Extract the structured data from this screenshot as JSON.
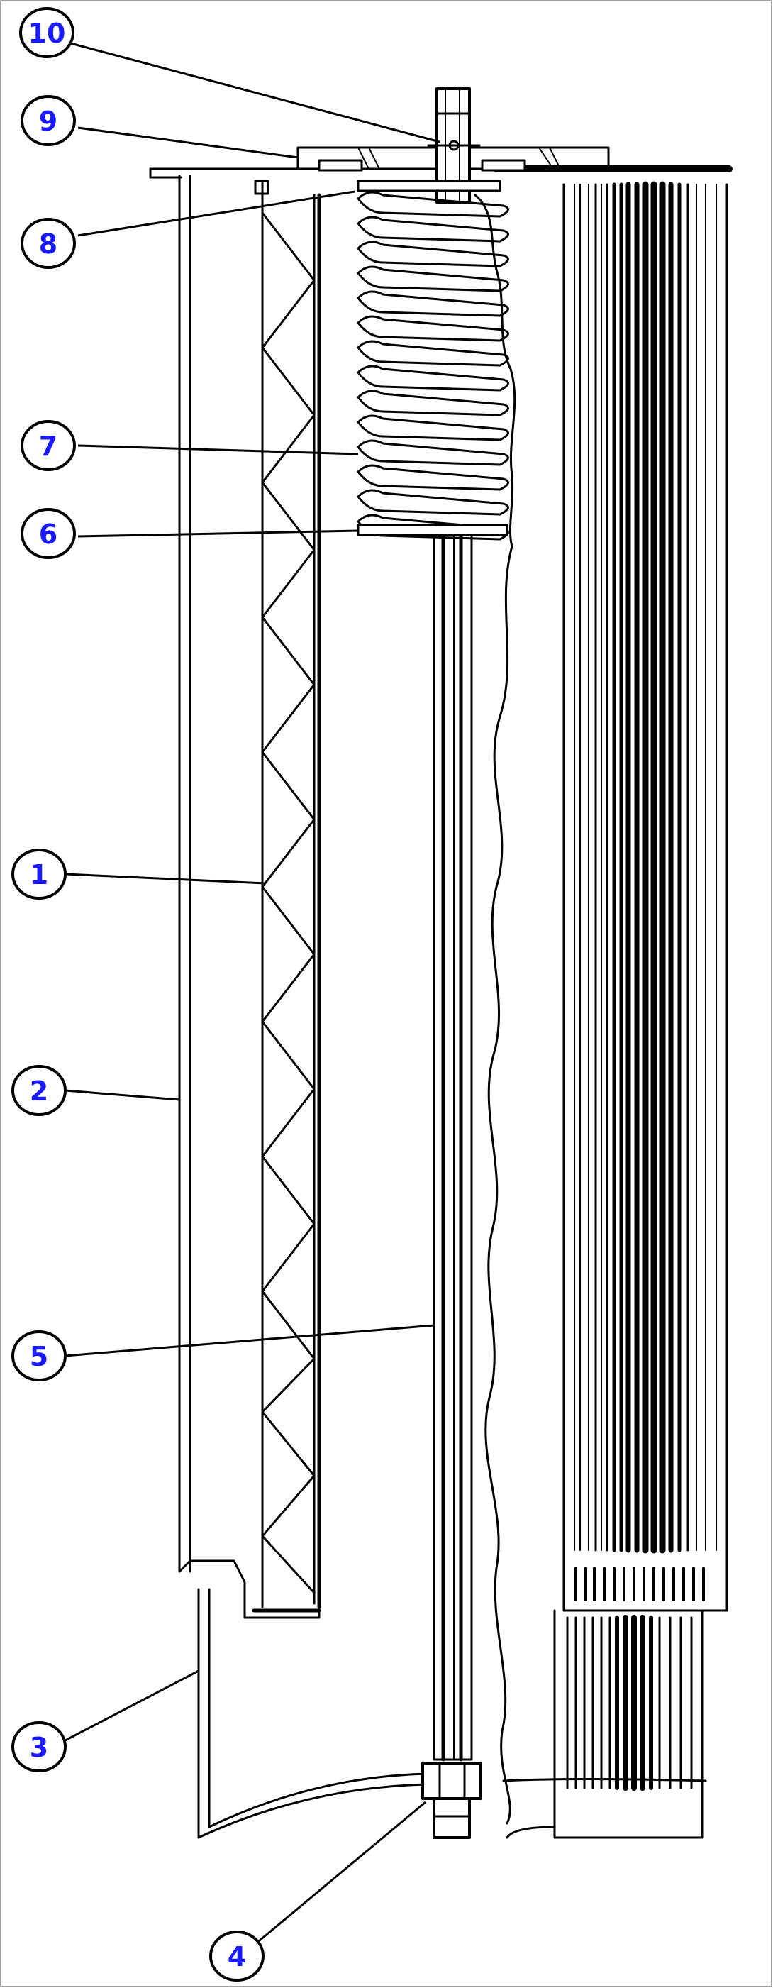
{
  "diagram": {
    "callouts": [
      {
        "id": "c1",
        "label": "1"
      },
      {
        "id": "c2",
        "label": "2"
      },
      {
        "id": "c3",
        "label": "3"
      },
      {
        "id": "c4",
        "label": "4"
      },
      {
        "id": "c5",
        "label": "5"
      },
      {
        "id": "c6",
        "label": "6"
      },
      {
        "id": "c7",
        "label": "7"
      },
      {
        "id": "c8",
        "label": "8"
      },
      {
        "id": "c9",
        "label": "9"
      },
      {
        "id": "c10",
        "label": "10"
      }
    ]
  },
  "colors": {
    "line": "#000000",
    "callout_text": "#1a1aff",
    "background": "#ffffff",
    "frame": "#999999"
  }
}
